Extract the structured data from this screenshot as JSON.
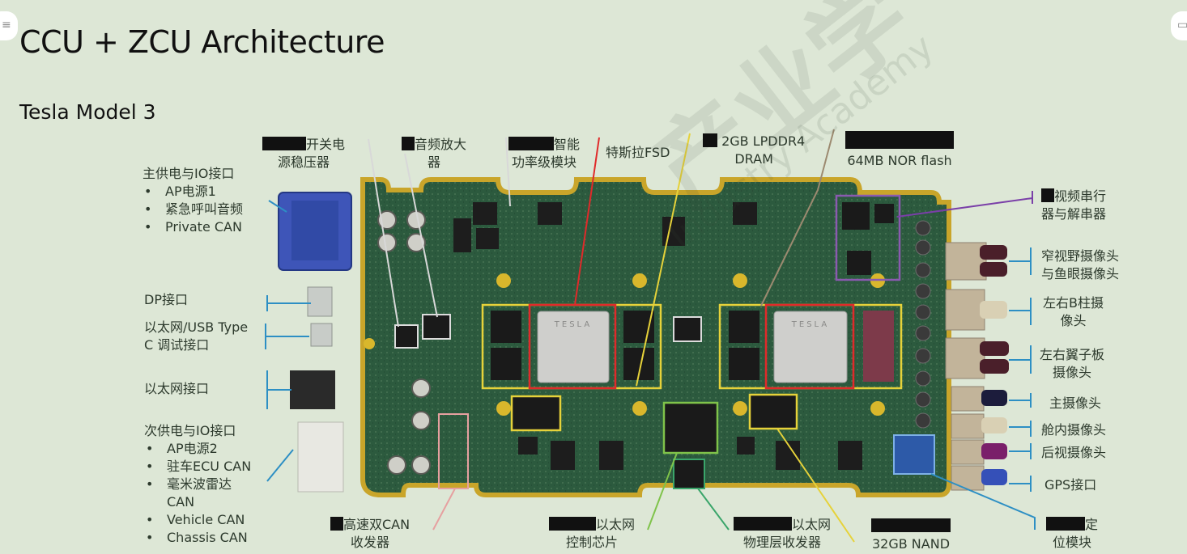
{
  "title": "CCU + ZCU Architecture",
  "subtitle": "Tesla Model 3",
  "watermark": {
    "cn": "产业学",
    "en": "Industry Academy"
  },
  "labels": {
    "main_power": {
      "title": "主供电与IO接口",
      "items": [
        "AP电源1",
        "紧急呼叫音频",
        "Private CAN"
      ]
    },
    "dp": "DP接口",
    "eth_usb": [
      "以太网/USB Type",
      "C 调试接口"
    ],
    "eth": "以太网接口",
    "sub_power": {
      "title": "次供电与IO接口",
      "items": [
        "AP电源2",
        "驻车ECU CAN",
        "毫米波雷达",
        "CAN",
        "Vehicle CAN",
        "Chassis CAN"
      ]
    },
    "switch_reg": [
      "开关电",
      "源稳压器"
    ],
    "audio_amp": [
      "音频放大",
      "器"
    ],
    "smart_power": [
      "智能",
      "功率级模块"
    ],
    "fsd": "特斯拉FSD",
    "lpddr": [
      "2GB LPDDR4",
      "DRAM"
    ],
    "nor": "64MB NOR flash",
    "video_serdes": [
      "视频串行",
      "器与解串器"
    ],
    "narrow_cam": [
      "窄视野摄像头",
      "与鱼眼摄像头"
    ],
    "b_pillar": [
      "左右B柱摄",
      "像头"
    ],
    "fender": [
      "左右翼子板",
      "摄像头"
    ],
    "main_cam": "主摄像头",
    "cabin_cam": "舱内摄像头",
    "rear_cam": "后视摄像头",
    "gps_port": "GPS接口",
    "gps_module": [
      "定",
      "位模块"
    ],
    "can_trans": [
      "高速双CAN",
      "收发器"
    ],
    "eth_ctrl": [
      "以太网",
      "控制芯片"
    ],
    "eth_phy": [
      "以太网",
      "物理层收发器"
    ],
    "nand": "32GB NAND",
    "chip_brand": "TESLA"
  },
  "colors": {
    "background": "#dde7d6",
    "board": "#2c5a3e",
    "board_edge": "#c9a52a",
    "fsd_box": "#e02a2a",
    "dram_box": "#e6d23a",
    "nor_box": "#8a5ab0",
    "eth_box": "#7fc34a",
    "leader_blue": "#2d8fc4",
    "leader_purple": "#7a3fa8"
  }
}
